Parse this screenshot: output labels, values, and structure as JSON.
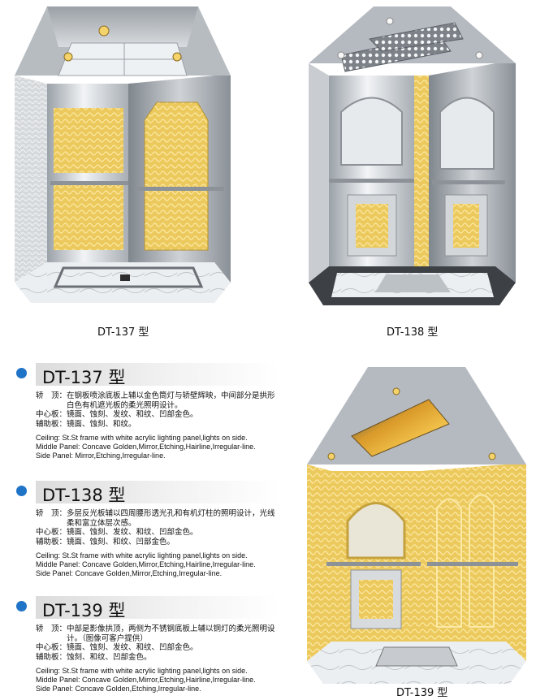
{
  "captions": {
    "a": "DT-137 型",
    "b": "DT-138 型",
    "c": "DT-139 型"
  },
  "models": [
    {
      "title": "DT-137 型",
      "ceiling_label": "轿　顶：",
      "ceiling_text": "在钢板喷涂底板上辅以金色筒灯与轿壁辉映，中间部分是拱形白色有机遮光板的柔光照明设计。",
      "middle_label": "中心板：",
      "middle_text": "镜面、蚀刻、发纹、和纹、凹部金色。",
      "side_label": "辅助板：",
      "side_text": "镜面、蚀刻、和纹。",
      "en_ceiling": "Ceiling: St.St frame with white acrylic lighting panel,lights on side.",
      "en_middle": "Middle Panel: Concave Golden,Mirror,Etching,Hairline,Irregular-line.",
      "en_side": "Side Panel: Mirror,Etching,Irregular-line."
    },
    {
      "title": "DT-138 型",
      "ceiling_label": "轿　顶：",
      "ceiling_text": "多层反光板辅以四周腰形透光孔和有机灯柱的照明设计，光线柔和富立体层次感。",
      "middle_label": "中心板：",
      "middle_text": "镜面、蚀刻、发纹、和纹、凹部金色。",
      "side_label": "辅助板：",
      "side_text": "镜面、蚀刻、和纹、凹部金色。",
      "en_ceiling": "Ceiling: St.St frame with white acrylic lighting panel,lights on side.",
      "en_middle": "Middle Panel: Concave Golden,Mirror,Etching,Hairline,Irregular-line.",
      "en_side": "Side Panel: Concave Golden,Mirror,Etching,Irregular-line."
    },
    {
      "title": "DT-139 型",
      "ceiling_label": "轿　顶：",
      "ceiling_text": "中部是影像拱顶，两侧为不锈钢底板上辅以铜灯的柔光照明设计。（图像可客户提供）",
      "middle_label": "中心板：",
      "middle_text": "镜面、蚀刻、发纹、和纹、凹部金色。",
      "side_label": "辅助板：",
      "side_text": "蚀刻、和纹、凹部金色。",
      "en_ceiling": "Ceiling: St.St frame with white acrylic lighting panel,lights on side.",
      "en_middle": "Middle Panel: Concave Golden,Mirror,Etching,Hairline,Irregular-line.",
      "en_side": "Side Panel: Concave Golden,Etching,Irregular-line."
    }
  ],
  "colors": {
    "accent_dot": "#1f74c7",
    "gold_panel": "#e6c45a",
    "steel": "#c7cbd0"
  }
}
